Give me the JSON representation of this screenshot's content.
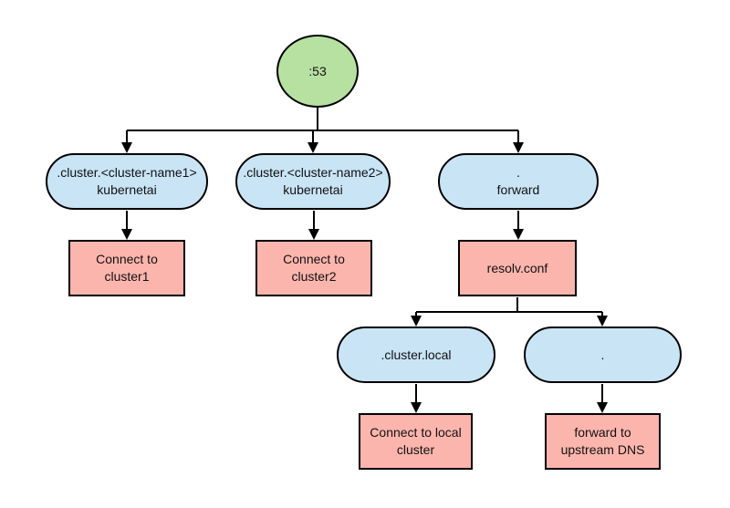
{
  "diagram": {
    "type": "decision-tree",
    "colors": {
      "root_fill": "#b7e1a1",
      "match_fill": "#c9e4f5",
      "action_fill": "#fcb5ad",
      "stroke": "#000000",
      "background": "#ffffff"
    },
    "nodes": {
      "root": {
        "label": ":53",
        "shape": "circle"
      },
      "match_cluster1": {
        "line1": ".cluster.<cluster-name1>",
        "line2": "kubernetai",
        "shape": "pill"
      },
      "match_cluster2": {
        "line1": ".cluster.<cluster-name2>",
        "line2": "kubernetai",
        "shape": "pill"
      },
      "match_forward": {
        "line1": ".",
        "line2": "forward",
        "shape": "pill"
      },
      "action_cluster1": {
        "line1": "Connect to",
        "line2": "cluster1",
        "shape": "rect"
      },
      "action_cluster2": {
        "line1": "Connect to",
        "line2": "cluster2",
        "shape": "rect"
      },
      "action_resolv": {
        "line1": "resolv.conf",
        "shape": "rect"
      },
      "match_cluster_local": {
        "line1": ".cluster.local",
        "shape": "pill"
      },
      "match_dot": {
        "line1": ".",
        "shape": "pill"
      },
      "action_local_cluster": {
        "line1": "Connect to local",
        "line2": "cluster",
        "shape": "rect"
      },
      "action_upstream": {
        "line1": "forward to",
        "line2": "upstream DNS",
        "shape": "rect"
      }
    },
    "edges": [
      {
        "from": "root",
        "to": "match_cluster1"
      },
      {
        "from": "root",
        "to": "match_cluster2"
      },
      {
        "from": "root",
        "to": "match_forward"
      },
      {
        "from": "match_cluster1",
        "to": "action_cluster1"
      },
      {
        "from": "match_cluster2",
        "to": "action_cluster2"
      },
      {
        "from": "match_forward",
        "to": "action_resolv"
      },
      {
        "from": "action_resolv",
        "to": "match_cluster_local"
      },
      {
        "from": "action_resolv",
        "to": "match_dot"
      },
      {
        "from": "match_cluster_local",
        "to": "action_local_cluster"
      },
      {
        "from": "match_dot",
        "to": "action_upstream"
      }
    ]
  }
}
